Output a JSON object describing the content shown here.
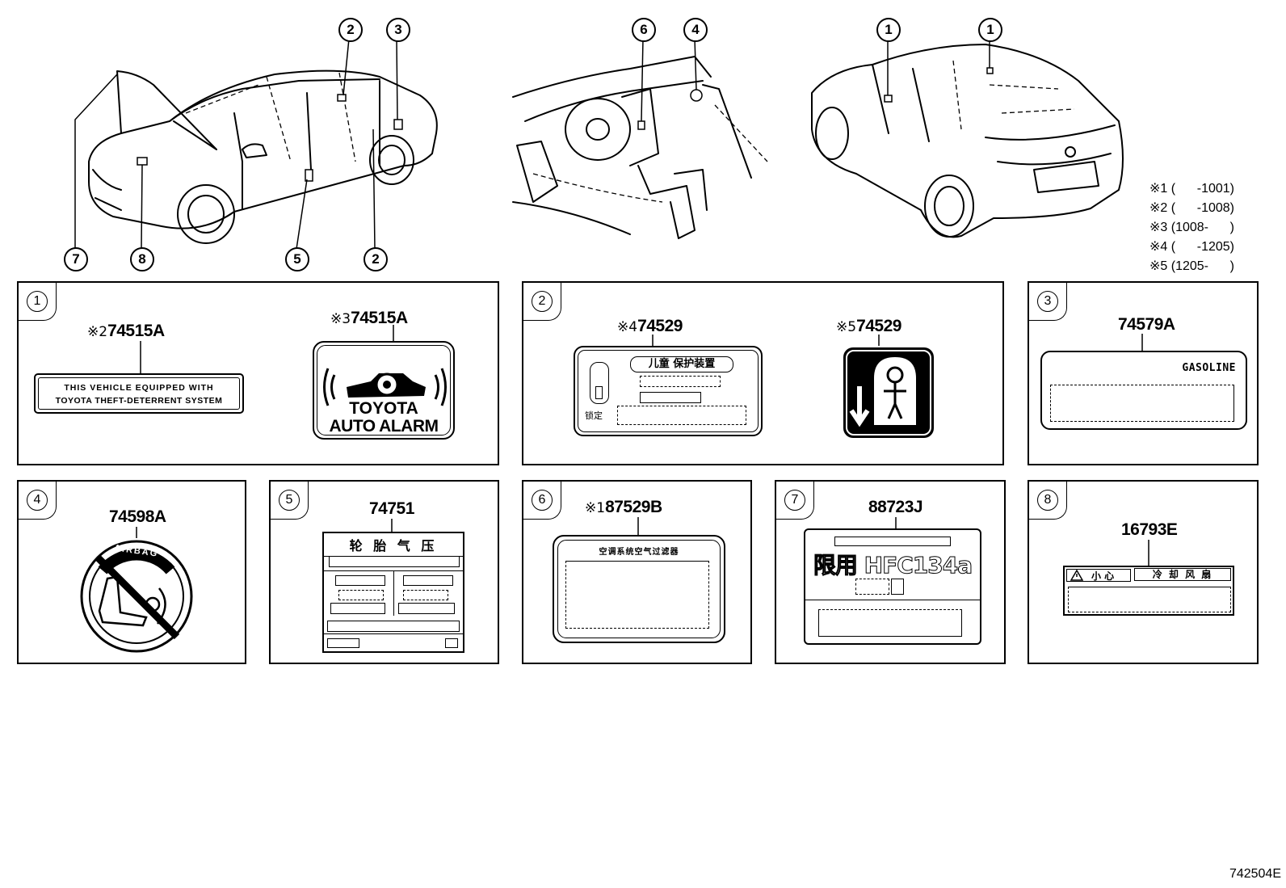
{
  "callouts": {
    "c1": "1",
    "c2": "2",
    "c3": "3",
    "c4": "4",
    "c5": "5",
    "c6": "6",
    "c7": "7",
    "c8": "8"
  },
  "legend": [
    "※1 (      -1001)",
    "※2 (      -1008)",
    "※3 (1008-      )",
    "※4 (      -1205)",
    "※5 (1205-      )"
  ],
  "panels": {
    "p1": {
      "num": "1",
      "left_mark": "※2",
      "left_part": "74515A",
      "plate_line1": "THIS VEHICLE EQUIPPED WITH",
      "plate_line2": "TOYOTA THEFT-DETERRENT SYSTEM",
      "right_mark": "※3",
      "right_part": "74515A",
      "alarm_line1": "TOYOTA",
      "alarm_line2": "AUTO ALARM"
    },
    "p2": {
      "num": "2",
      "left_mark": "※4",
      "left_part": "74529",
      "tag_title": "儿童 保护装置",
      "tag_small": "锁定",
      "right_mark": "※5",
      "right_part": "74529"
    },
    "p3": {
      "num": "3",
      "part": "74579A",
      "text": "GASOLINE"
    },
    "p4": {
      "num": "4",
      "part": "74598A",
      "text": "AIRBAG"
    },
    "p5": {
      "num": "5",
      "part": "74751",
      "text": "轮 胎 气 压"
    },
    "p6": {
      "num": "6",
      "mark": "※1",
      "part": "87529B",
      "text": "空调系统空气过滤器"
    },
    "p7": {
      "num": "7",
      "part": "88723J",
      "text": "限用 HFC134a"
    },
    "p8": {
      "num": "8",
      "part": "16793E",
      "caution": "小 心",
      "text": "冷 却 风 扇"
    }
  },
  "figure_id": "742504E"
}
